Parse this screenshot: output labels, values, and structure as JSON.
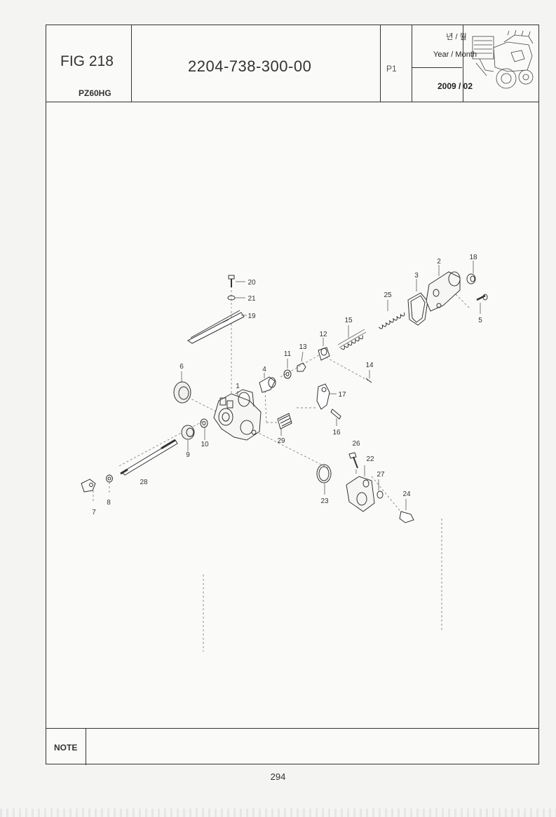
{
  "header": {
    "fig_label": "FIG 218",
    "model": "PZ60HG",
    "part_number": "2204-738-300-00",
    "page_id": "P1",
    "korean_label": "년 / 월",
    "year_month_label": "Year / Month",
    "date": "2009 / 02"
  },
  "callouts": [
    "1",
    "2",
    "3",
    "4",
    "5",
    "6",
    "7",
    "8",
    "9",
    "10",
    "11",
    "12",
    "13",
    "14",
    "15",
    "16",
    "17",
    "18",
    "19",
    "20",
    "21",
    "22",
    "23",
    "24",
    "25",
    "26",
    "27",
    "28",
    "29"
  ],
  "footer": {
    "note_label": "NOTE",
    "page_number": "294"
  }
}
